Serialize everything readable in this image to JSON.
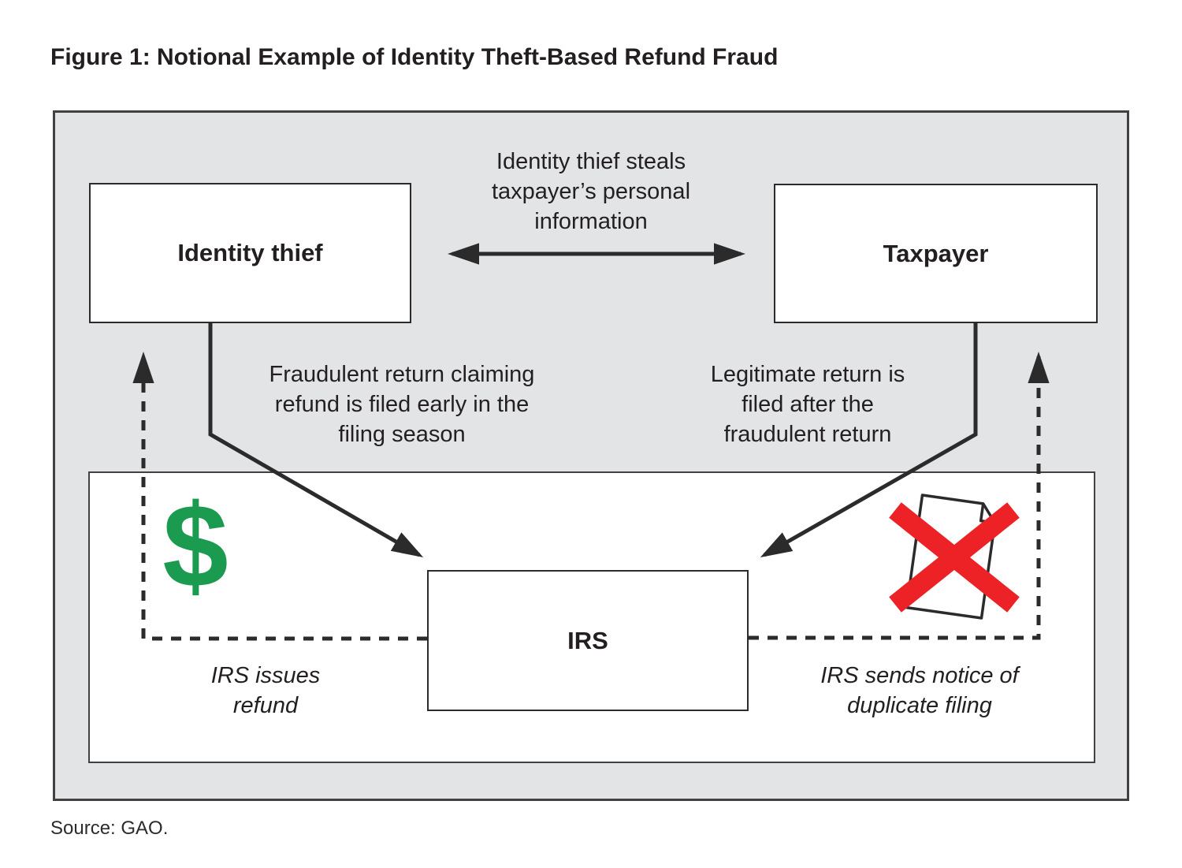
{
  "figure": {
    "title": "Figure 1: Notional Example of Identity Theft-Based Refund Fraud",
    "source": "Source: GAO."
  },
  "nodes": {
    "identity_thief": "Identity thief",
    "taxpayer": "Taxpayer",
    "irs": "IRS"
  },
  "annotations": {
    "steal": {
      "lines": [
        "Identity thief steals",
        "taxpayer’s personal",
        "information"
      ]
    },
    "fraudulent": {
      "lines": [
        "Fraudulent return claiming",
        "refund is filed early in the",
        "filing season"
      ]
    },
    "legitimate": {
      "lines": [
        "Legitimate return is",
        "filed after the",
        "fraudulent return"
      ]
    },
    "refund": {
      "lines": [
        "IRS issues",
        "refund"
      ]
    },
    "notice": {
      "lines": [
        "IRS sends notice of",
        "duplicate filing"
      ]
    }
  },
  "icons": {
    "dollar_glyph": "$"
  },
  "colors": {
    "diagram_bg": "#e2e4e6",
    "node_bg": "#ffffff",
    "line_black": "#2b2b2b",
    "dollar_green": "#1a9b50",
    "cross_red": "#ec2227"
  }
}
